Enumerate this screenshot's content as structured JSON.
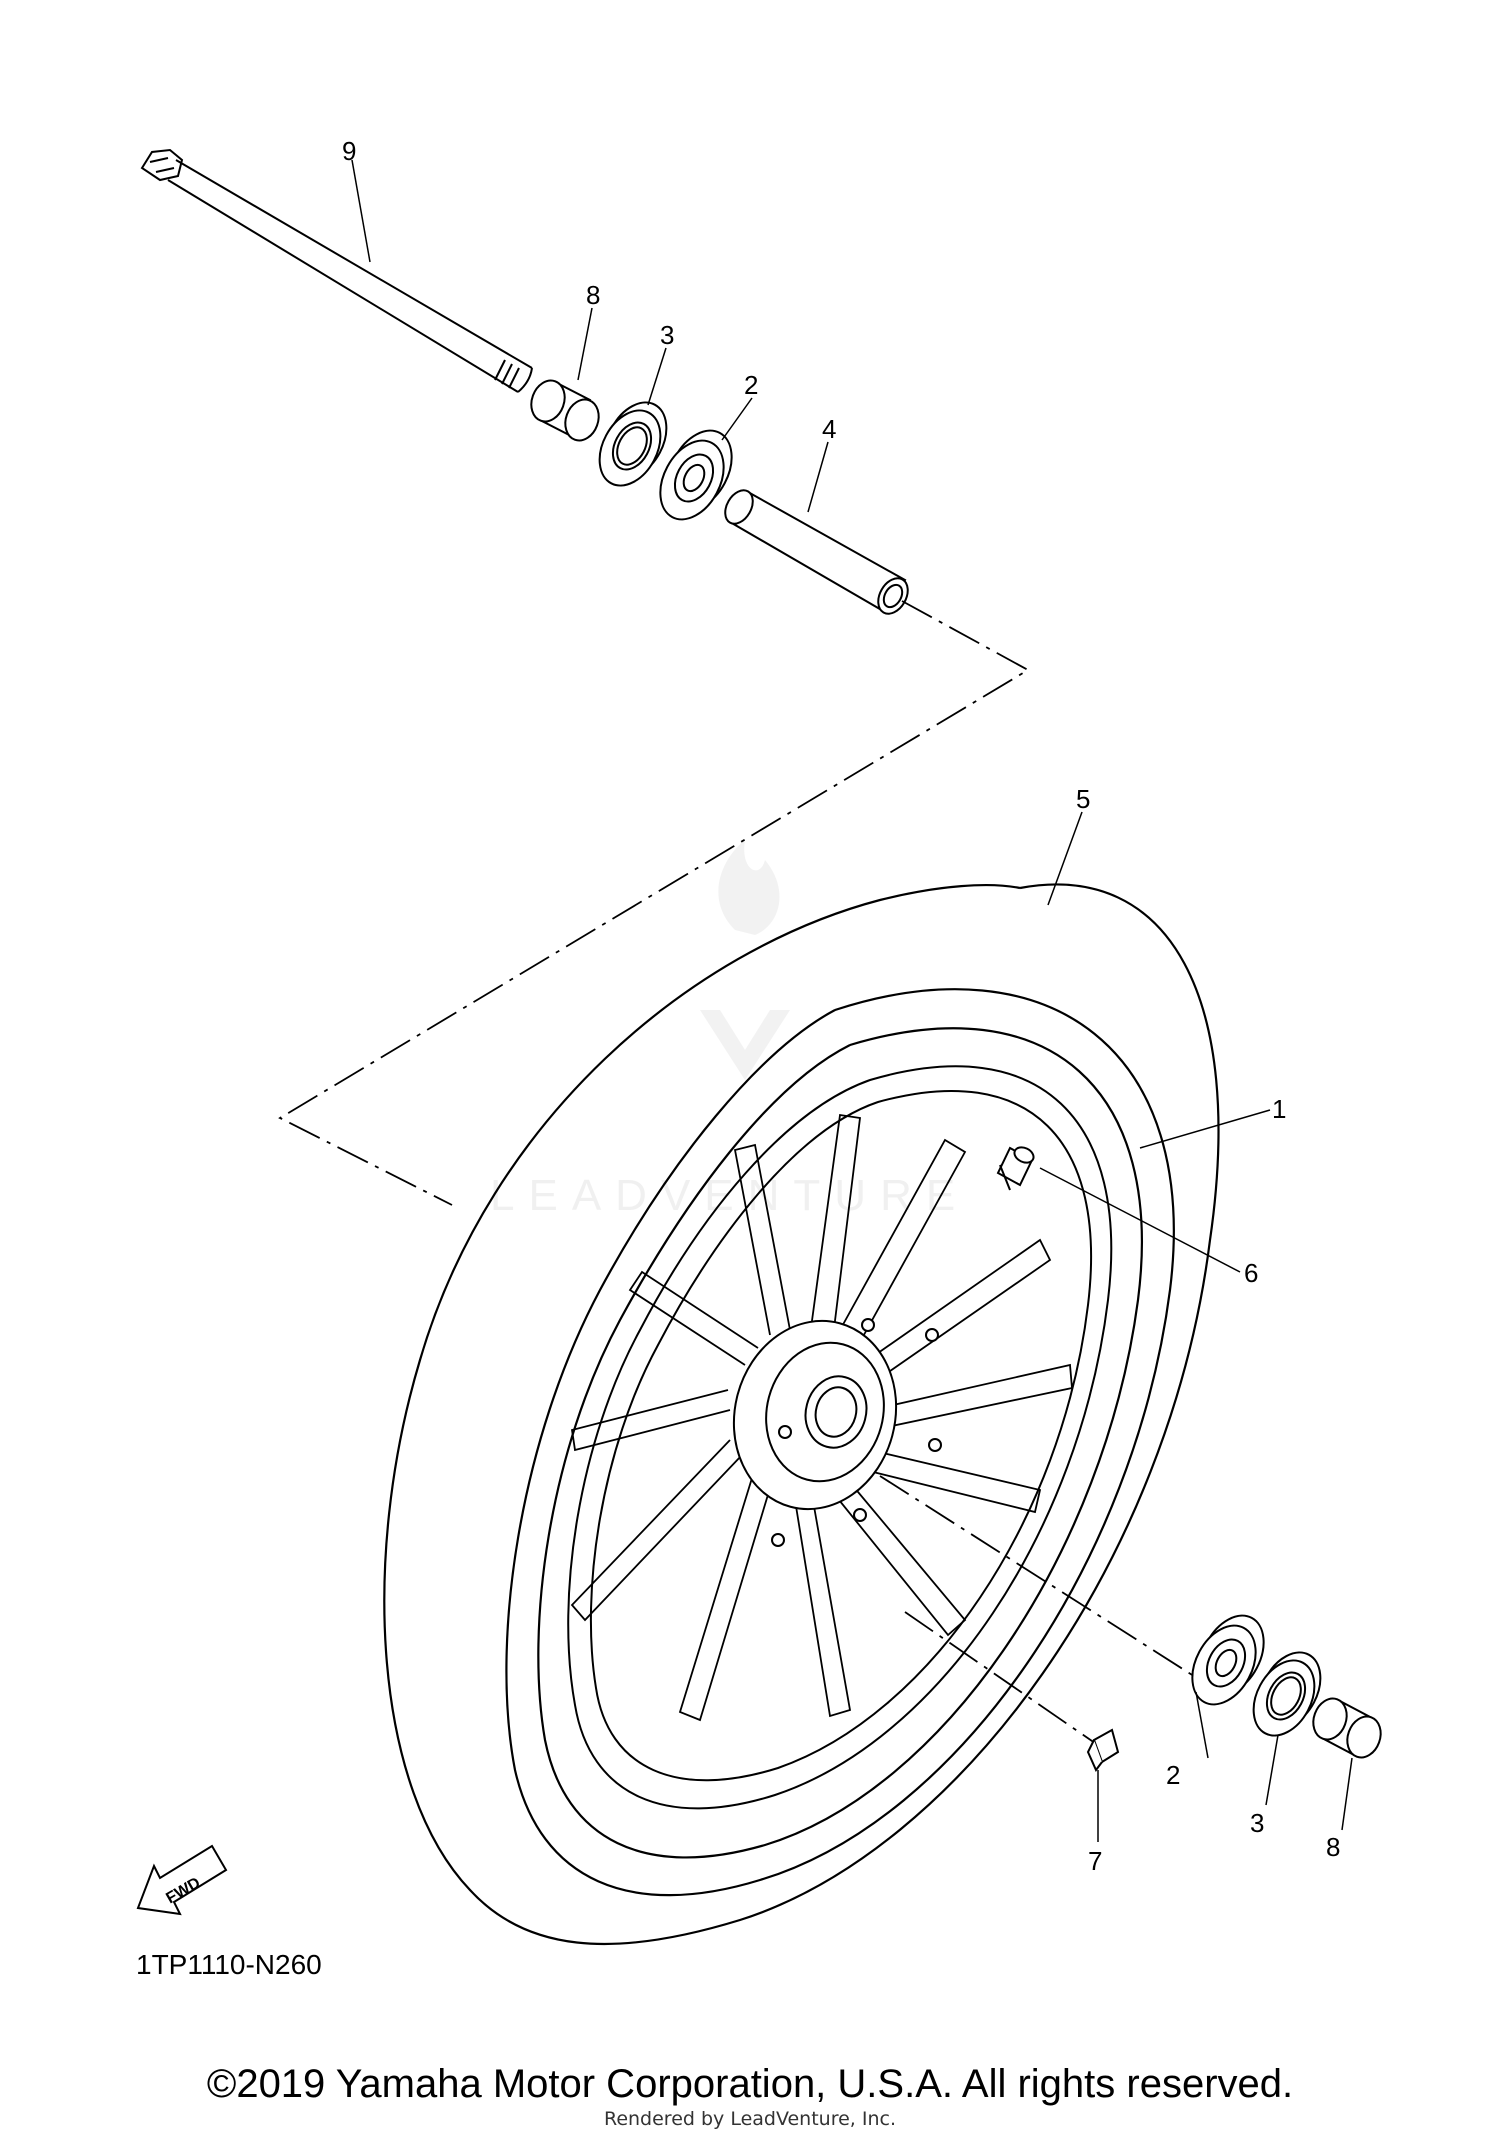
{
  "diagram_code": "1TP1110-N260",
  "fwd_label": "FWD",
  "watermark": {
    "text": "LEADVENTURE"
  },
  "callouts": {
    "c1": "1",
    "c2a": "2",
    "c2b": "2",
    "c3a": "3",
    "c3b": "3",
    "c4": "4",
    "c5": "5",
    "c6": "6",
    "c7": "7",
    "c8a": "8",
    "c8b": "8",
    "c9": "9"
  },
  "footer": {
    "copyright": "©2019 Yamaha Motor Corporation, U.S.A. All rights reserved.",
    "rendered_by": "Rendered by LeadVenture, Inc."
  }
}
